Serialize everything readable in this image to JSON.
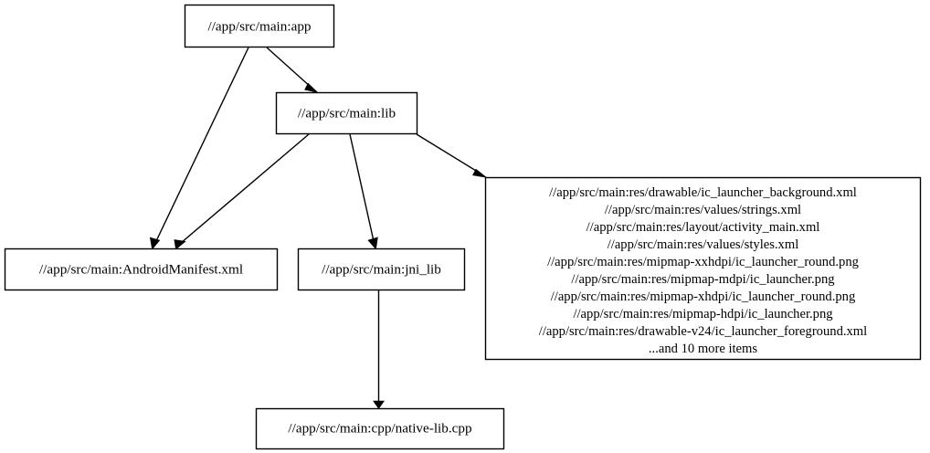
{
  "diagram": {
    "type": "directed-graph",
    "title": "",
    "background_color": "#ffffff",
    "node_fill": "#ffffff",
    "node_stroke": "#000000",
    "edge_color": "#000000",
    "nodes": [
      {
        "id": "app",
        "label": "//app/src/main:app"
      },
      {
        "id": "lib",
        "label": "//app/src/main:lib"
      },
      {
        "id": "manifest",
        "label": "//app/src/main:AndroidManifest.xml"
      },
      {
        "id": "jni_lib",
        "label": "//app/src/main:jni_lib"
      },
      {
        "id": "native_lib",
        "label": "//app/src/main:cpp/native-lib.cpp"
      },
      {
        "id": "resources",
        "lines": [
          "//app/src/main:res/drawable/ic_launcher_background.xml",
          "//app/src/main:res/values/strings.xml",
          "//app/src/main:res/layout/activity_main.xml",
          "//app/src/main:res/values/styles.xml",
          "//app/src/main:res/mipmap-xxhdpi/ic_launcher_round.png",
          "//app/src/main:res/mipmap-mdpi/ic_launcher.png",
          "//app/src/main:res/mipmap-xhdpi/ic_launcher_round.png",
          "//app/src/main:res/mipmap-hdpi/ic_launcher.png",
          "//app/src/main:res/drawable-v24/ic_launcher_foreground.xml",
          "...and 10 more items"
        ]
      }
    ],
    "edges": [
      {
        "from": "app",
        "to": "lib"
      },
      {
        "from": "app",
        "to": "manifest"
      },
      {
        "from": "lib",
        "to": "manifest"
      },
      {
        "from": "lib",
        "to": "jni_lib"
      },
      {
        "from": "lib",
        "to": "resources"
      },
      {
        "from": "jni_lib",
        "to": "native_lib"
      }
    ]
  }
}
